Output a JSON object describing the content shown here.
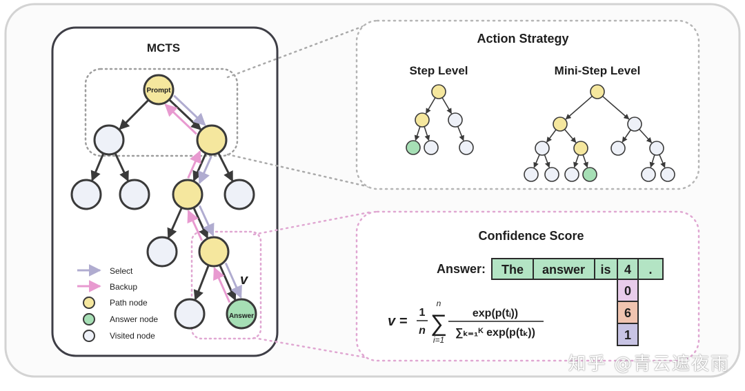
{
  "mcts": {
    "title": "MCTS",
    "prompt_label": "Prompt",
    "answer_label": "Answer",
    "v_symbol": "v",
    "legend": {
      "select": "Select",
      "backup": "Backup",
      "path_node": "Path node",
      "answer_node": "Answer node",
      "visited_node": "Visited node"
    }
  },
  "action_strategy": {
    "title": "Action Strategy",
    "step_level": "Step Level",
    "mini_step_level": "Mini-Step Level"
  },
  "confidence": {
    "title": "Confidence Score",
    "answer_label": "Answer:",
    "tokens": [
      "The",
      "answer",
      "is",
      "4",
      "."
    ],
    "digits": [
      "0",
      "6",
      "1"
    ]
  },
  "formula": {
    "lhs": "v =",
    "frac_num": "1",
    "frac_den": "n",
    "sum_top": "n",
    "sum_bottom": "i=1",
    "numerator": "exp(p(tᵢ))",
    "denominator": "∑ₖ₌₁ᴷ exp(p(tₖ))"
  },
  "watermark": "知乎 @青云遮夜雨",
  "colors": {
    "path": "#f5e79e",
    "answer": "#a6dfb5",
    "visited": "#eef1f8",
    "select_arrow": "#b0acd0",
    "backup_arrow": "#e89ad0",
    "token_bg": "#b3e4c4",
    "digit0": "#e8ccea",
    "digit6": "#f0c4b0",
    "digit1": "#c8c4e4"
  }
}
